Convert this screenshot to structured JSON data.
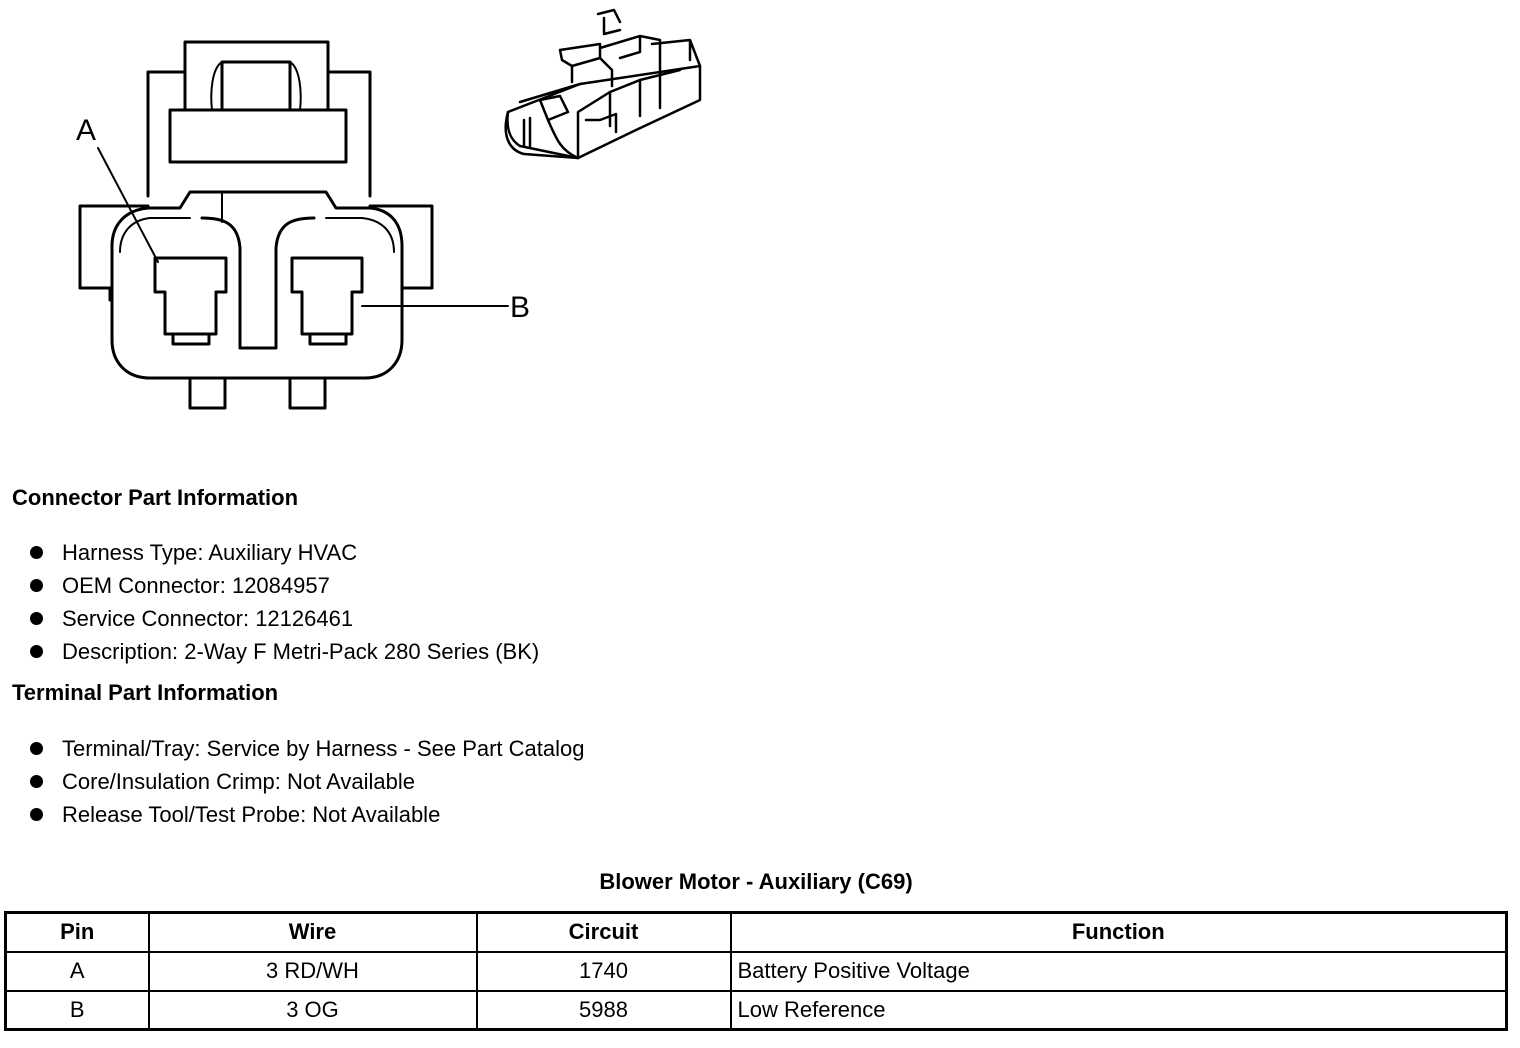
{
  "diagram": {
    "pin_labels": [
      "A",
      "B"
    ]
  },
  "connector_info": {
    "heading": "Connector Part Information",
    "items": [
      "Harness Type: Auxiliary HVAC",
      "OEM Connector: 12084957",
      "Service Connector: 12126461",
      "Description: 2-Way F Metri-Pack 280 Series (BK)"
    ]
  },
  "terminal_info": {
    "heading": "Terminal Part Information",
    "items": [
      "Terminal/Tray: Service by Harness - See Part Catalog",
      "Core/Insulation Crimp: Not Available",
      "Release Tool/Test Probe: Not Available"
    ]
  },
  "pinout_table": {
    "caption": "Blower Motor - Auxiliary (C69)",
    "headers": [
      "Pin",
      "Wire",
      "Circuit",
      "Function"
    ],
    "rows": [
      [
        "A",
        "3 RD/WH",
        "1740",
        "Battery Positive Voltage"
      ],
      [
        "B",
        "3 OG",
        "5988",
        "Low Reference"
      ]
    ]
  }
}
